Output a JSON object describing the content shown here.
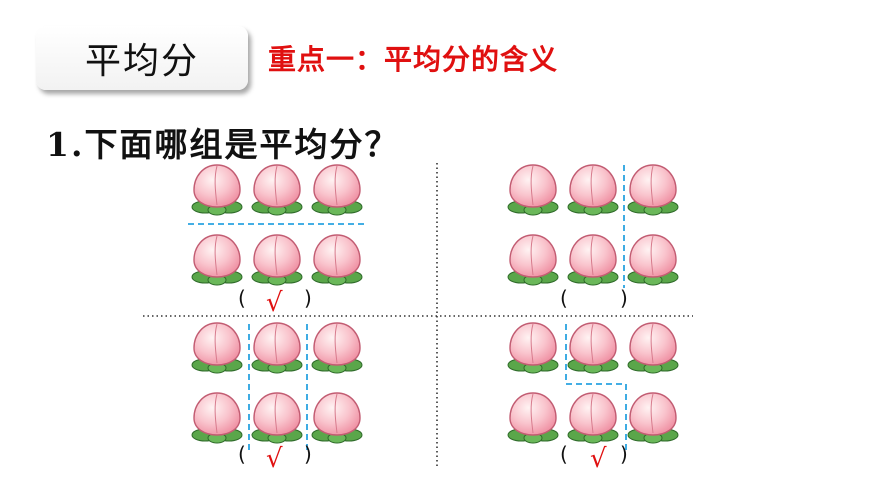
{
  "header": {
    "title": "平均分",
    "subtitle": "重点一：平均分的含义"
  },
  "question": {
    "text": "1.下面哪组是平均分？"
  },
  "quadrants": [
    {
      "id": "top-left",
      "answer_open": "(",
      "answer_mark": "√",
      "answer_close": ")"
    },
    {
      "id": "top-right",
      "answer_open": "(",
      "answer_mark": "",
      "answer_close": ")"
    },
    {
      "id": "bottom-left",
      "answer_open": "(",
      "answer_mark": "√",
      "answer_close": ")"
    },
    {
      "id": "bottom-right",
      "answer_open": "(",
      "answer_mark": "√",
      "answer_close": ")"
    }
  ],
  "colors": {
    "mark": "#e01010",
    "dashed": "#2aa3e0",
    "peach": "#f6a9b8",
    "leaf": "#5aa64a"
  },
  "icons": {
    "fruit": "peach-icon"
  }
}
